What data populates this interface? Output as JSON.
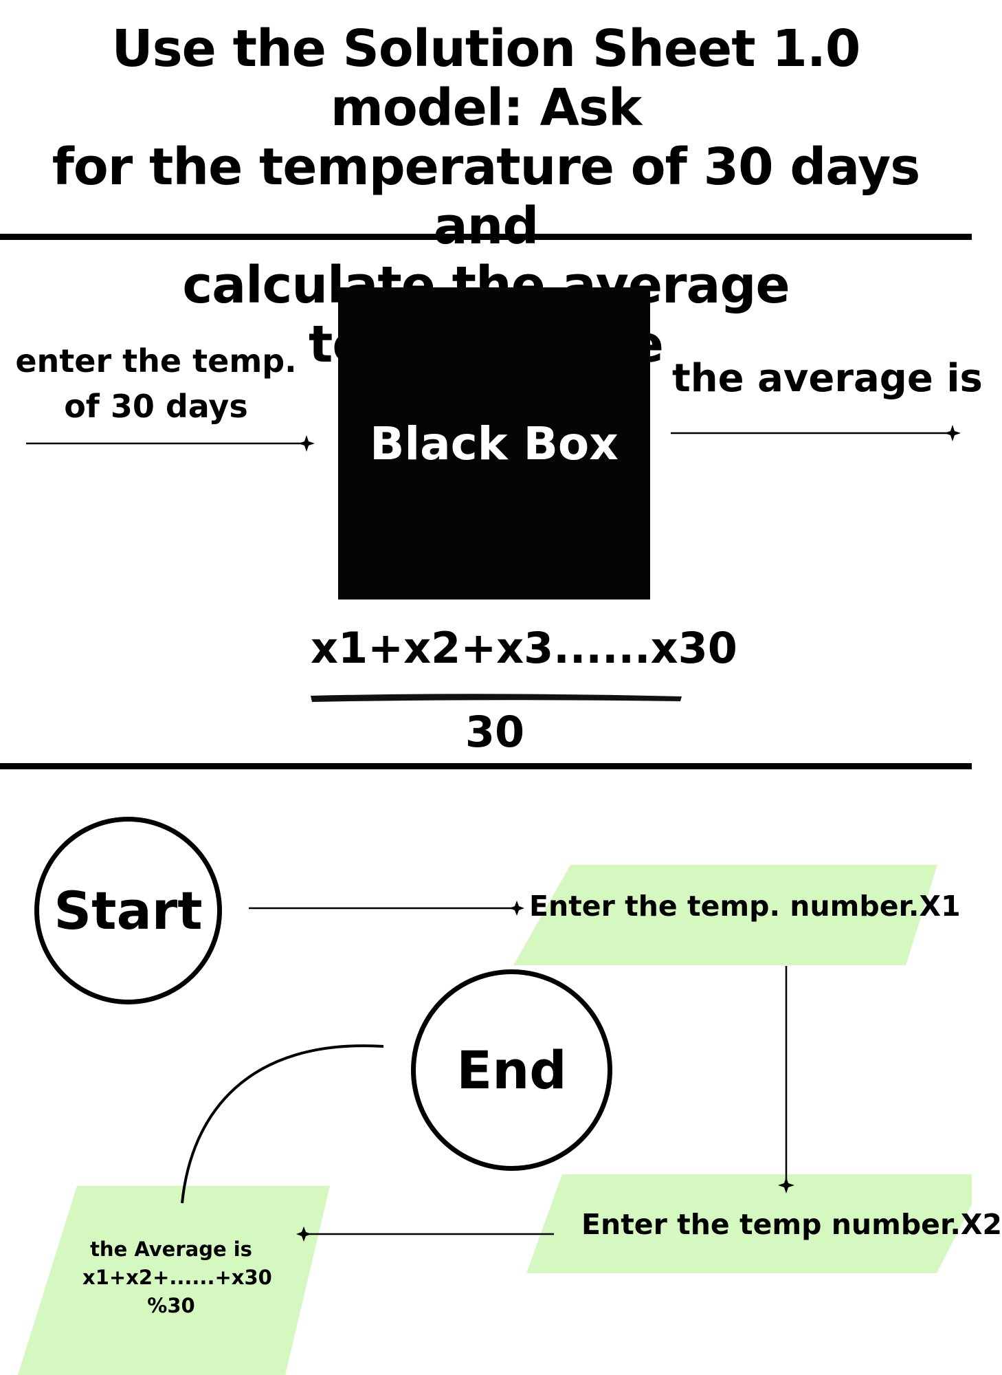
{
  "title": {
    "line1": "Use the Solution Sheet 1.0 model: Ask",
    "line2": "for the temperature of 30 days and",
    "line3": "calculate the average temperature"
  },
  "black_box_section": {
    "input_label_line1": "enter the temp.",
    "input_label_line2": "of 30 days",
    "box_label": "Black Box",
    "output_label": "the average is",
    "formula_numerator": "x1+x2+x3......x30",
    "formula_denominator": "30"
  },
  "flowchart": {
    "start_label": "Start",
    "end_label": "End",
    "step1_label": "Enter the temp. number.X1",
    "step2_label": "Enter the temp number.X2",
    "result_line1": "the Average is",
    "result_line2": "x1+x2+......+x30",
    "result_line3": "%30",
    "parallelogram_color": "#d5f7c0"
  }
}
